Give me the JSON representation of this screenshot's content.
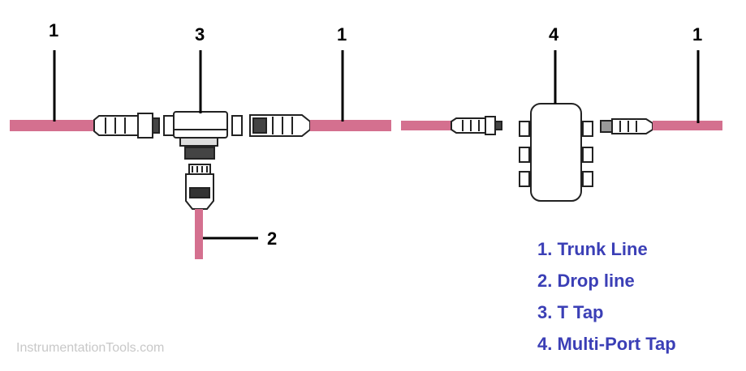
{
  "colors": {
    "cable": "#d4708f",
    "connector": "#222222",
    "legend_text": "#3b3fb6",
    "watermark": "#c8c8c8"
  },
  "callouts": {
    "trunk_left": "1",
    "t_tap": "3",
    "trunk_middle": "1",
    "multiport_tap": "4",
    "trunk_right": "1",
    "drop": "2"
  },
  "legend": {
    "items": [
      "1. Trunk Line",
      "2.  Drop line",
      "3. T Tap",
      "4.  Multi-Port Tap"
    ]
  },
  "watermark": "InstrumentationTools.com"
}
